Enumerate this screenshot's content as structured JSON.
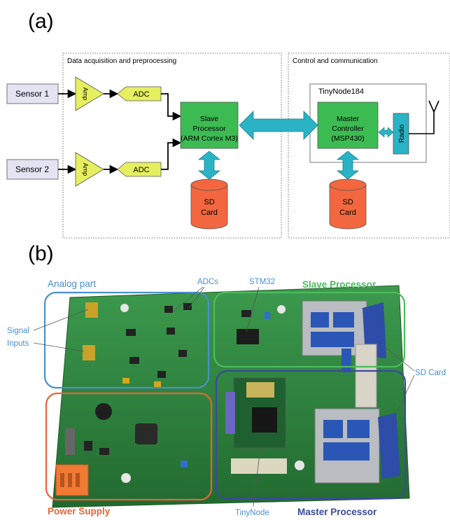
{
  "panel_a": {
    "label": "(a)",
    "group_acquisition": "Data acquisition and preprocessing",
    "group_control": "Control and communication",
    "tinynode_title": "TinyNode184",
    "sensor1": "Sensor 1",
    "sensor2": "Sensor 2",
    "amp": "Amp",
    "adc": "ADC",
    "slave_line1": "Slave",
    "slave_line2": "Processor",
    "slave_line3": "(ARM Cortex M3)",
    "master_line1": "Master",
    "master_line2": "Controller",
    "master_line3": "(MSP430)",
    "radio": "Radio",
    "sd_line1": "SD",
    "sd_line2": "Card"
  },
  "panel_b": {
    "label": "(b)",
    "analog_part": "Analog part",
    "adcs": "ADCs",
    "stm32": "STM32",
    "slave_processor": "Slave Processor",
    "signal_inputs_line1": "Signal",
    "signal_inputs_line2": "Inputs",
    "sd_card": "SD Card",
    "power_supply": "Power Supply",
    "tinynode": "TinyNode",
    "master_processor": "Master Processor"
  },
  "colors": {
    "sensor_fill": "#e4e3f2",
    "amp_fill": "#e5ef5f",
    "block_green": "#3dbb53",
    "arrow_cyan": "#2ab3c4",
    "sd_fill": "#f2673f",
    "analog_blue": "#4a8fcd",
    "slave_green": "#4cbb5d",
    "power_orange": "#e8643b",
    "master_navy": "#3a4a9b",
    "pcb_green": "#2a7d3c"
  }
}
